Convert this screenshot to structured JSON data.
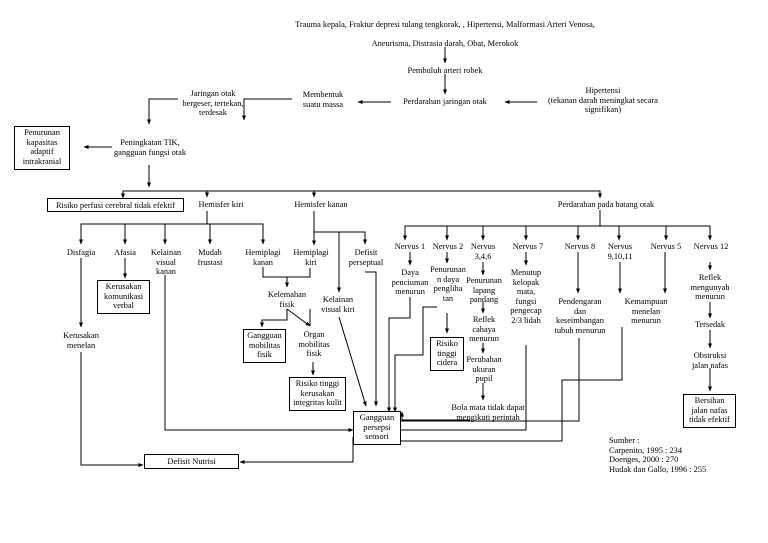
{
  "causes": {
    "line1": "Trauma kepala, Fraktur depresi tulang tengkorak, , Hipertensi, Malformasi Arteri Venosa,",
    "line2": "Aneurisma, Distrasia darah, Obat, Merokok"
  },
  "pembuluh": "Pembuluh arteri robek",
  "hipertensi": {
    "line1": "Hipertensi",
    "line2": "(tekanan darah meningkat secara",
    "line3": "signifikan)"
  },
  "perdarahan_jaringan": "Perdarahan jaringan otak",
  "membentuk": {
    "line1": "Membentuk",
    "line2": "suatu massa"
  },
  "jaringan_bergeser": {
    "line1": "Jaringan otak",
    "line2": "bergeser, tertekan,",
    "line3": "terdesak"
  },
  "tik": {
    "line1": "Peningkatan TIK,",
    "line2": "gangguan fungsi otak"
  },
  "penurunan_kapasitas": {
    "line1": "Penurunan",
    "line2": "kapasitas",
    "line3": "adaptif",
    "line4": "intrakranial"
  },
  "risiko_perfusi": "Risiko perfusi cerebral tidak efektif",
  "hemisfer_kiri": "Hemisfer kiri",
  "hemisfer_kanan": "Hemisfer kanan",
  "perdarahan_batang": "Perdarahan pada batang otak",
  "disfagia": "Disfagia",
  "afasia": "Afasia",
  "kerusakan_komunikasi": {
    "line1": "Kerusakan",
    "line2": "komunikasi",
    "line3": "verbal"
  },
  "kelainan_visual_kanan": {
    "line1": "Kelainan",
    "line2": "visual",
    "line3": "kanan"
  },
  "mudah_frustasi": {
    "line1": "Mudah",
    "line2": "frustasi"
  },
  "hemiplagi_kanan": {
    "line1": "Hemiplagi",
    "line2": "kanan"
  },
  "hemiplagi_kiri": {
    "line1": "Hemiplagi",
    "line2": "kiri"
  },
  "defisit_perseptual": {
    "line1": "Defisit",
    "line2": "perseptual"
  },
  "kelainan_visual_kiri": {
    "line1": "Kelainan",
    "line2": "visual kiri"
  },
  "kelemahan_fisik": {
    "line1": "Kelemahan",
    "line2": "fisik"
  },
  "gangguan_mobilitas": {
    "line1": "Gangguan",
    "line2": "mobilitas",
    "line3": "fisik"
  },
  "organ_mobilitas": {
    "line1": "Organ",
    "line2": "mobilitas",
    "line3": "fisik"
  },
  "risiko_integritas": {
    "line1": "Risiko tinggi",
    "line2": "kerusakan",
    "line3": "integritas kulit"
  },
  "kerusakan_menelan": {
    "line1": "Kerusakan",
    "line2": "menelan"
  },
  "defisit_nutrisi": "Defisit Nutrisi",
  "gangguan_persepsi": {
    "line1": "Gangguan",
    "line2": "persepsi",
    "line3": "sensori"
  },
  "nervus1": "Nervus 1",
  "nervus2": "Nervus 2",
  "nervus346": {
    "line1": "Nervus",
    "line2": "3,4,6"
  },
  "nervus7": "Nervus 7",
  "nervus8": "Nervus 8",
  "nervus91011": {
    "line1": "Nervus",
    "line2": "9,10,11"
  },
  "nervus5": "Nervus 5",
  "nervus12": "Nervus 12",
  "daya_penciuman": {
    "line1": "Daya",
    "line2": "penciuman",
    "line3": "menurun"
  },
  "penurunan_penglihatan": {
    "line1": "Penurunan",
    "line2": "n daya",
    "line3": "pengliha",
    "line4": "tan"
  },
  "risiko_cidera": {
    "line1": "Risiko",
    "line2": "tinggi",
    "line3": "cidera"
  },
  "penurunan_lapang": {
    "line1": "Penurunan",
    "line2": "lapang",
    "line3": "pandang"
  },
  "reflek_cahaya": {
    "line1": "Reflek",
    "line2": "cahaya",
    "line3": "menurun"
  },
  "perubahan_pupil": {
    "line1": "Perubahan",
    "line2": "ukuran",
    "line3": "pupil"
  },
  "bola_mata": {
    "line1": "Bola mata tidak dapat",
    "line2": "mengikuti perintah"
  },
  "menutup_kelopak": {
    "line1": "Menutup",
    "line2": "kelopak",
    "line3": "mata,",
    "line4": "fungsi",
    "line5": "pengecap",
    "line6": "2/3 lidah"
  },
  "pendengaran": {
    "line1": "Pendengaran",
    "line2": "dan",
    "line3": "keseimbangan",
    "line4": "tubuh menurun"
  },
  "kemampuan_menelan": {
    "line1": "Kemampuan",
    "line2": "menelan",
    "line3": "menurun"
  },
  "reflek_mengunyah": {
    "line1": "Reflek",
    "line2": "mengunyah",
    "line3": "menurun"
  },
  "tersedak": "Tersedak",
  "obstruksi": {
    "line1": "Obstruksi",
    "line2": "jalan nafas"
  },
  "bersihan": {
    "line1": "Bersihan",
    "line2": "jalan nafas",
    "line3": "tidak efektif"
  },
  "sumber": {
    "title": "Sumber :",
    "items": [
      "Carpenito, 1995 : 234",
      "Doenges, 2000 : 270",
      "Hudak dan Gallo, 1996 : 255"
    ]
  }
}
